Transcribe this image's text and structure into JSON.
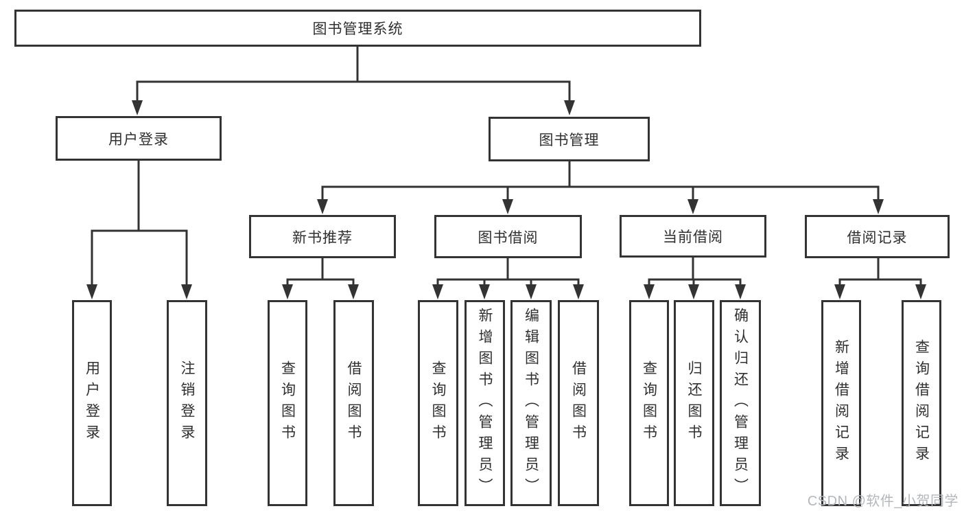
{
  "diagram": {
    "root": {
      "label": "图书管理系统"
    },
    "branches": [
      {
        "label": "用户登录",
        "children": [
          {
            "label": "用户登录"
          },
          {
            "label": "注销登录"
          }
        ]
      },
      {
        "label": "图书管理",
        "children": [
          {
            "label": "新书推荐",
            "children": [
              {
                "label": "查询图书"
              },
              {
                "label": "借阅图书"
              }
            ]
          },
          {
            "label": "图书借阅",
            "children": [
              {
                "label": "查询图书"
              },
              {
                "label": "新增图书（管理员）"
              },
              {
                "label": "编辑图书（管理员）"
              },
              {
                "label": "借阅图书"
              }
            ]
          },
          {
            "label": "当前借阅",
            "children": [
              {
                "label": "查询图书"
              },
              {
                "label": "归还图书"
              },
              {
                "label": "确认归还（管理员）"
              }
            ]
          },
          {
            "label": "借阅记录",
            "children": [
              {
                "label": "新增借阅记录"
              },
              {
                "label": "查询借阅记录"
              }
            ]
          }
        ]
      }
    ]
  },
  "watermark": {
    "text": "CSDN @软件_小贺同学"
  },
  "colors": {
    "line": "#333333",
    "text": "#2f2f2f",
    "box_background": "#ffffff",
    "watermark": "#b3b7bb"
  }
}
